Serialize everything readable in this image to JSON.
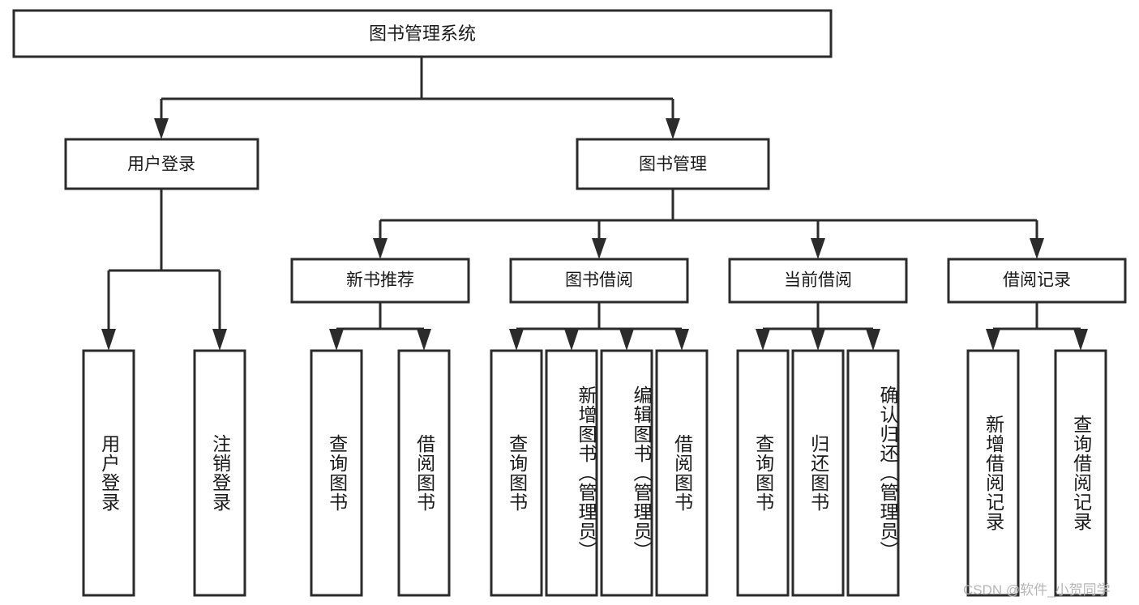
{
  "diagram": {
    "type": "tree",
    "title": "图书管理系统",
    "root": {
      "id": "root",
      "label": "图书管理系统",
      "orientation": "horizontal"
    },
    "level1": [
      {
        "id": "user-login",
        "label": "用户登录",
        "orientation": "horizontal"
      },
      {
        "id": "book-manage",
        "label": "图书管理",
        "orientation": "horizontal"
      }
    ],
    "level2": [
      {
        "id": "new-book-recommend",
        "label": "新书推荐",
        "parent": "book-manage",
        "orientation": "horizontal"
      },
      {
        "id": "book-borrow",
        "label": "图书借阅",
        "parent": "book-manage",
        "orientation": "horizontal"
      },
      {
        "id": "current-borrow",
        "label": "当前借阅",
        "parent": "book-manage",
        "orientation": "horizontal"
      },
      {
        "id": "borrow-record",
        "label": "借阅记录",
        "parent": "book-manage",
        "orientation": "horizontal"
      }
    ],
    "leaves": [
      {
        "id": "leaf-user-login",
        "label": "用户登录",
        "parent": "user-login",
        "orientation": "vertical"
      },
      {
        "id": "leaf-user-logout",
        "label": "注销登录",
        "parent": "user-login",
        "orientation": "vertical"
      },
      {
        "id": "leaf-query-book-1",
        "label": "查询图书",
        "parent": "new-book-recommend",
        "orientation": "vertical"
      },
      {
        "id": "leaf-borrow-book-1",
        "label": "借阅图书",
        "parent": "new-book-recommend",
        "orientation": "vertical"
      },
      {
        "id": "leaf-query-book-2",
        "label": "查询图书",
        "parent": "book-borrow",
        "orientation": "vertical"
      },
      {
        "id": "leaf-add-book",
        "label": "新增图书（管理员）",
        "parent": "book-borrow",
        "orientation": "vertical"
      },
      {
        "id": "leaf-edit-book",
        "label": "编辑图书（管理员）",
        "parent": "book-borrow",
        "orientation": "vertical"
      },
      {
        "id": "leaf-borrow-book-2",
        "label": "借阅图书",
        "parent": "book-borrow",
        "orientation": "vertical"
      },
      {
        "id": "leaf-query-book-3",
        "label": "查询图书",
        "parent": "current-borrow",
        "orientation": "vertical"
      },
      {
        "id": "leaf-return-book",
        "label": "归还图书",
        "parent": "current-borrow",
        "orientation": "vertical"
      },
      {
        "id": "leaf-confirm-return",
        "label": "确认归还（管理员）",
        "parent": "current-borrow",
        "orientation": "vertical"
      },
      {
        "id": "leaf-add-record",
        "label": "新增借阅记录",
        "parent": "borrow-record",
        "orientation": "vertical"
      },
      {
        "id": "leaf-query-record",
        "label": "查询借阅记录",
        "parent": "borrow-record",
        "orientation": "vertical"
      }
    ],
    "colors": {
      "stroke": "#2b2b2b",
      "fill": "#ffffff",
      "text": "#1a1a1a",
      "background": "#ffffff",
      "watermark": "#b6b6b6"
    }
  },
  "watermark": {
    "text": "CSDN @软件_小贺同学"
  }
}
